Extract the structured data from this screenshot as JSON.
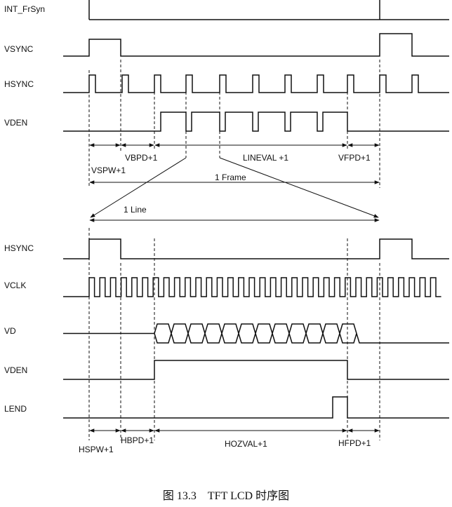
{
  "top_signals": {
    "int_frsyn": "INT_FrSyn",
    "vsync": "VSYNC",
    "hsync": "HSYNC",
    "vden": "VDEN"
  },
  "top_intervals": {
    "vspw": "VSPW+1",
    "vbpd": "VBPD+1",
    "lineval": "LINEVAL +1",
    "vfpd": "VFPD+1",
    "frame": "1 Frame"
  },
  "bottom_signals": {
    "hsync": "HSYNC",
    "vclk": "VCLK",
    "vd": "VD",
    "vden": "VDEN",
    "lend": "LEND"
  },
  "bottom_intervals": {
    "line": "1 Line",
    "hspw": "HSPW+1",
    "hbpd": "HBPD+1",
    "hozval": "HOZVAL+1",
    "hfpd": "HFPD+1"
  },
  "caption": "图 13.3　TFT LCD 时序图"
}
